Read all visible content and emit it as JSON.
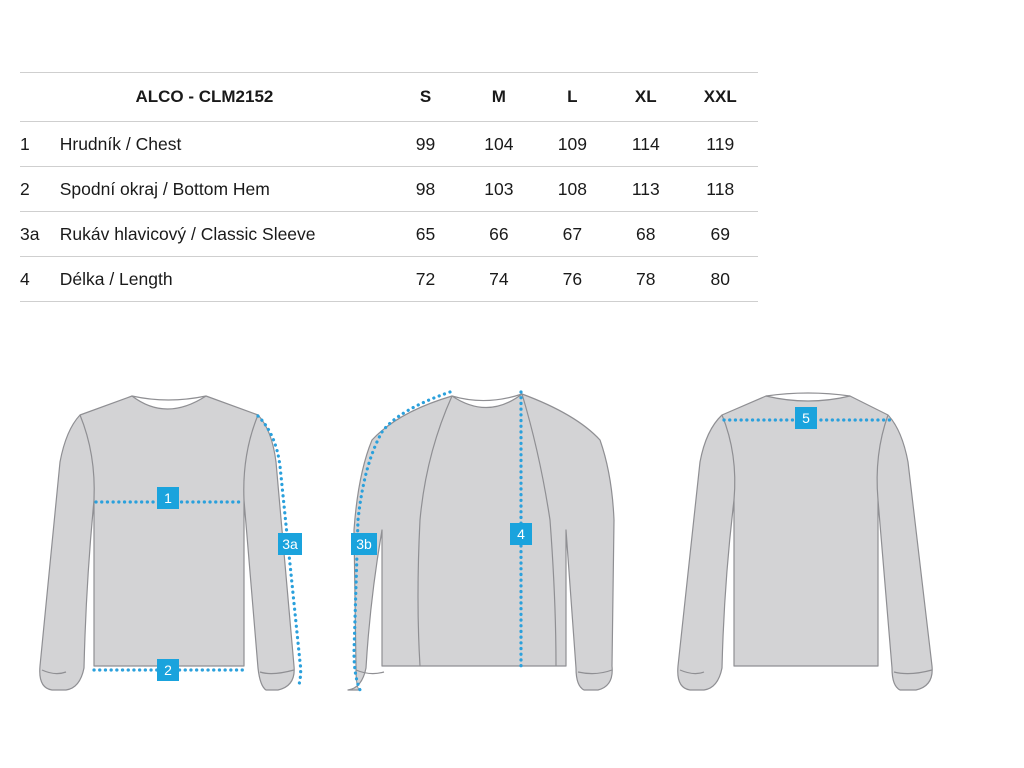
{
  "table": {
    "title": "ALCO - CLM2152",
    "sizes": [
      "S",
      "M",
      "L",
      "XL",
      "XXL"
    ],
    "rows": [
      {
        "id": "1",
        "label": "Hrudník / Chest",
        "values": [
          "99",
          "104",
          "109",
          "114",
          "119"
        ]
      },
      {
        "id": "2",
        "label": "Spodní okraj / Bottom Hem",
        "values": [
          "98",
          "103",
          "108",
          "113",
          "118"
        ]
      },
      {
        "id": "3a",
        "label": "Rukáv hlavicový / Classic Sleeve",
        "values": [
          "65",
          "66",
          "67",
          "68",
          "69"
        ]
      },
      {
        "id": "4",
        "label": "Délka / Length",
        "values": [
          "72",
          "74",
          "76",
          "78",
          "80"
        ]
      }
    ]
  },
  "diagram": {
    "markers": {
      "chest": "1",
      "hem": "2",
      "classic_sleeve": "3a",
      "raglan_sleeve": "3b",
      "length": "4",
      "shoulder": "5"
    },
    "colors": {
      "marker": "#1aa3dd",
      "shirt_fill": "#d3d3d5",
      "shirt_outline": "#8f8f93"
    }
  }
}
